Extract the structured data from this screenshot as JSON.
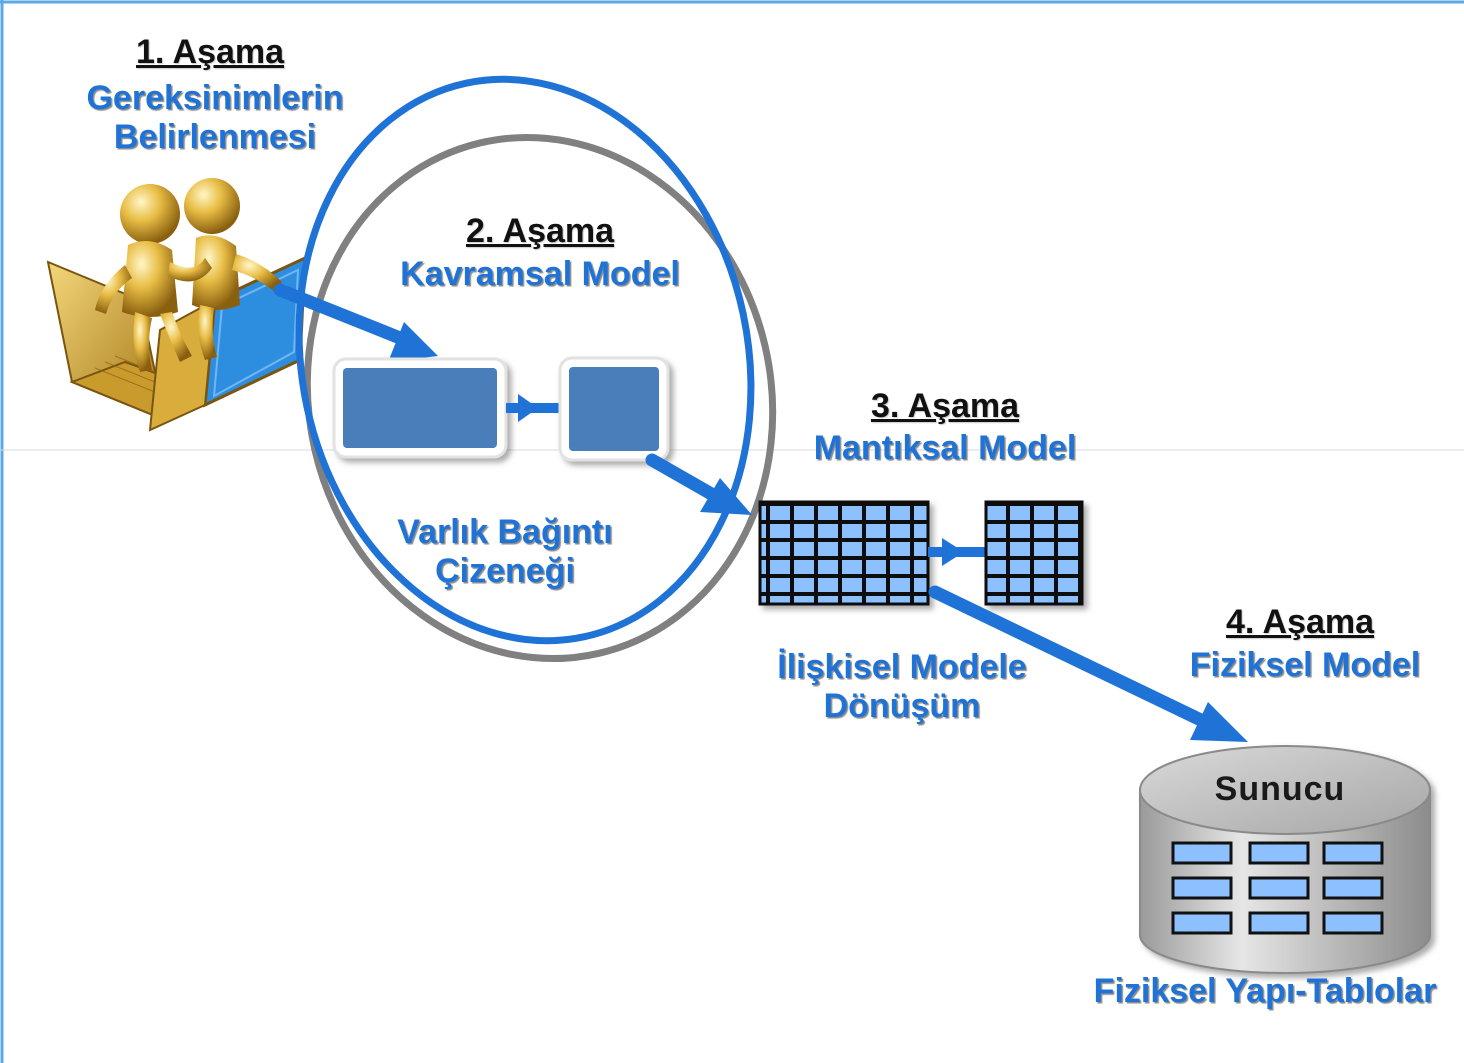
{
  "stage1": {
    "title": "1. Aşama",
    "lines": [
      "Gereksinimlerin",
      "Belirlenmesi"
    ]
  },
  "stage2": {
    "title": "2. Aşama",
    "subtitle": "Kavramsal Model",
    "caption": [
      "Varlık Bağıntı",
      "Çizeneği"
    ]
  },
  "stage3": {
    "title": "3. Aşama",
    "subtitle": "Mantıksal Model",
    "caption": [
      "İlişkisel Modele",
      "Dönüşüm"
    ]
  },
  "stage4": {
    "title": "4. Aşama",
    "subtitle": "Fiziksel Model",
    "server_label": "Sunucu",
    "caption": "Fiziksel Yapı-Tablolar"
  },
  "icons": [
    "people-with-laptops-icon",
    "entity-box-icon",
    "relation-table-icon",
    "database-cylinder-icon",
    "flow-arrow-icon"
  ],
  "colors": {
    "accent": "#1f73d6",
    "entity_fill": "#4a7ebb",
    "table_cell": "#8cc0ff",
    "cylinder": "#bfbfbf",
    "ellipse_gray": "#808080",
    "figure_gold": "#d4a82c"
  }
}
